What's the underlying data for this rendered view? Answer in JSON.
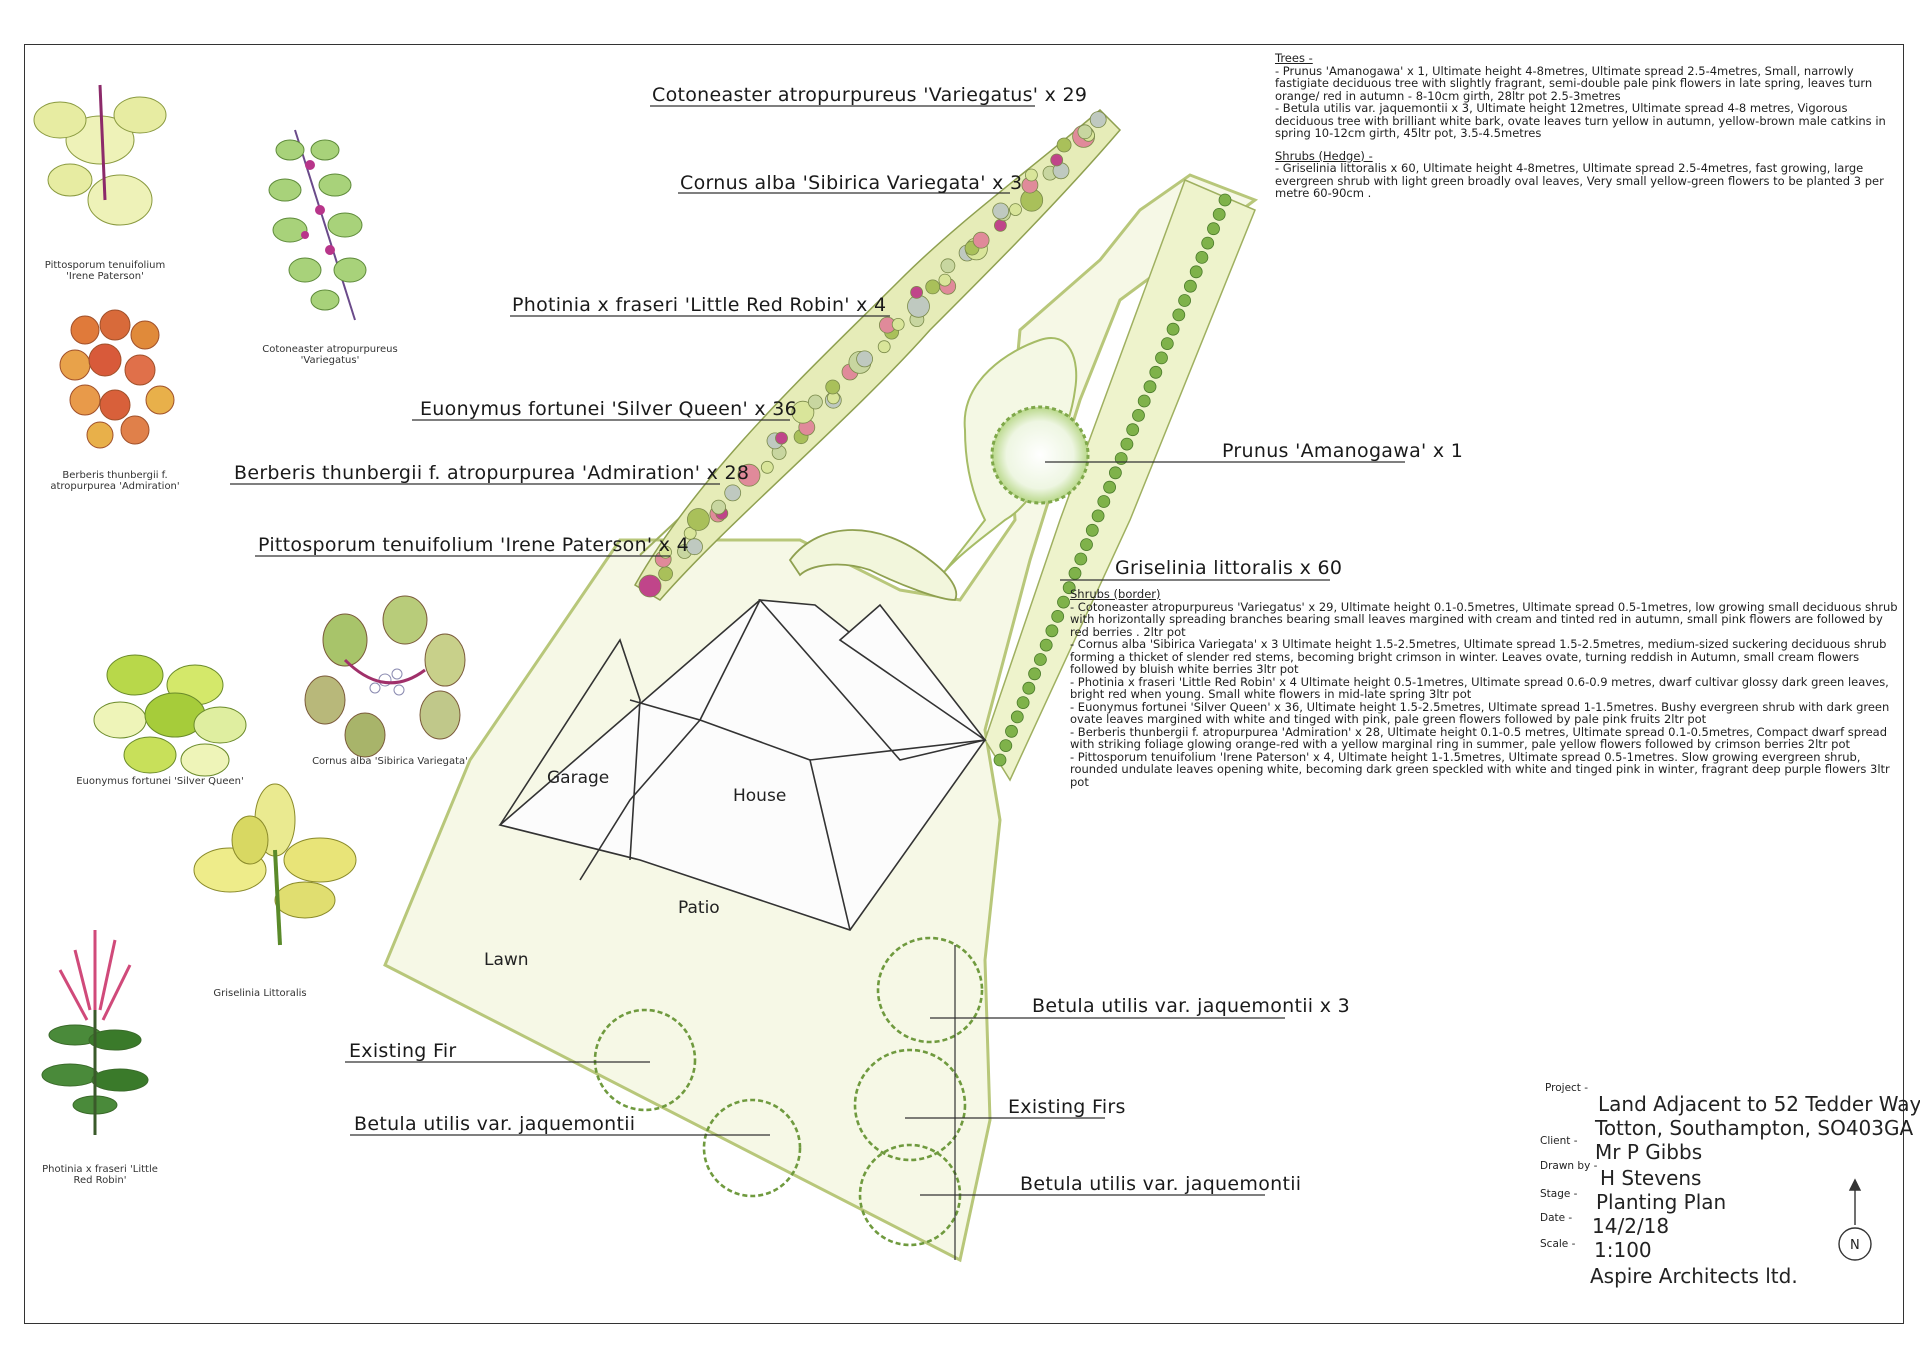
{
  "plan_labels": {
    "cotoneaster": "Cotoneaster atropurpureus 'Variegatus' x 29",
    "cornus": "Cornus alba 'Sibirica Variegata' x 3",
    "photinia": "Photinia x fraseri 'Little Red Robin' x 4",
    "euonymus": "Euonymus fortunei 'Silver Queen' x 36",
    "berberis": "Berberis thunbergii f. atropurpurea 'Admiration' x 28",
    "pittosporum": "Pittosporum tenuifolium 'Irene Paterson' x 4",
    "prunus": "Prunus 'Amanogawa' x 1",
    "griselinia": "Griselinia littoralis x 60",
    "betula_x3": "Betula utilis var. jaquemontii x 3",
    "existing_fir": "Existing Fir",
    "existing_firs": "Existing Firs",
    "betula_left": "Betula utilis var. jaquemontii",
    "betula_right": "Betula utilis var. jaquemontii"
  },
  "areas": {
    "garage": "Garage",
    "house": "House",
    "patio": "Patio",
    "lawn": "Lawn"
  },
  "illustrations": {
    "pittosporum": "Pittosporum tenuifolium 'Irene Paterson'",
    "cotoneaster": "Cotoneaster atropurpureus 'Variegatus'",
    "berberis": "Berberis thunbergii f. atropurpurea 'Admiration'",
    "euonymus": "Euonymus fortunei 'Silver Queen'",
    "cornus": "Cornus alba 'Sibirica Variegata'",
    "griselinia": "Griselinia Littoralis",
    "photinia": "Photinia x fraseri 'Little Red Robin'"
  },
  "notes": {
    "trees_heading": "Trees -",
    "trees": [
      "- Prunus 'Amanogawa' x 1, Ultimate height 4-8metres, Ultimate spread 2.5-4metres, Small, narrowly fastigiate deciduous tree with slightly fragrant, semi-double pale pink flowers in late spring, leaves turn orange/ red in autumn - 8-10cm girth, 28ltr pot 2.5-3metres",
      "- Betula utilis var. jaquemontii x 3, Ultimate height 12metres, Ultimate spread 4-8 metres, Vigorous deciduous tree with brilliant white bark, ovate leaves turn yellow in autumn, yellow-brown male catkins in spring 10-12cm girth, 45ltr pot, 3.5-4.5metres"
    ],
    "hedge_heading": "Shrubs (Hedge) -",
    "hedge": [
      "- Griselinia littoralis x 60, Ultimate height 4-8metres, Ultimate spread 2.5-4metres, fast growing, large evergreen shrub with light green broadly oval leaves, Very small yellow-green flowers to be planted 3 per metre 60-90cm ."
    ],
    "border_heading": "Shrubs (border)",
    "border": [
      "- Cotoneaster atropurpureus 'Variegatus' x 29, Ultimate height 0.1-0.5metres, Ultimate spread 0.5-1metres, low growing small deciduous shrub with horizontally spreading branches bearing small leaves margined with cream and tinted red in autumn, small pink flowers are followed by red berries . 2ltr pot",
      "- Cornus alba 'Sibirica Variegata' x 3 Ultimate height 1.5-2.5metres, Ultimate spread 1.5-2.5metres, medium-sized suckering deciduous shrub forming a thicket of slender red stems, becoming bright crimson in winter. Leaves ovate, turning reddish in Autumn, small cream flowers followed by bluish white berries 3ltr pot",
      "- Photinia x fraseri 'Little Red Robin' x 4 Ultimate height 0.5-1metres, Ultimate spread 0.6-0.9 metres, dwarf cultivar glossy dark green leaves, bright red when young. Small white flowers in mid-late spring 3ltr pot",
      "- Euonymus fortunei 'Silver Queen' x 36, Ultimate height 1.5-2.5metres, Ultimate spread 1-1.5metres. Bushy evergreen shrub with dark green ovate leaves margined with white and tinged with pink, pale green flowers followed by pale pink fruits 2ltr pot",
      "- Berberis thunbergii f. atropurpurea 'Admiration' x 28, Ultimate height 0.1-0.5 metres, Ultimate spread 0.1-0.5metres, Compact dwarf spread with striking foliage glowing orange-red with a yellow marginal ring in summer, pale yellow flowers followed by crimson berries 2ltr pot",
      "- Pittosporum tenuifolium 'Irene Paterson' x 4, Ultimate height 1-1.5metres, Ultimate spread 0.5-1metres. Slow growing evergreen shrub, rounded undulate leaves opening white, becoming dark green speckled with white and tinged pink in winter, fragrant deep purple flowers 3ltr pot"
    ]
  },
  "title_block": {
    "project_label": "Project -",
    "project_value_1": "Land Adjacent to 52 Tedder Way",
    "project_value_2": "Totton, Southampton, SO403GA",
    "client_label": "Client -",
    "client_value": "Mr P Gibbs",
    "drawn_label": "Drawn by -",
    "drawn_value": "H Stevens",
    "stage_label": "Stage -",
    "stage_value": "Planting Plan",
    "date_label": "Date -",
    "date_value": "14/2/18",
    "scale_label": "Scale -",
    "scale_value": "1:100",
    "company": "Aspire Architects ltd.",
    "north": "N"
  },
  "colors": {
    "lime": "#d9e59a",
    "lime_dark": "#a9c05a",
    "green_leaf": "#7fb24a",
    "pink": "#e08a9a",
    "magenta": "#c0458a",
    "orange": "#e0954a",
    "line": "#333333"
  }
}
